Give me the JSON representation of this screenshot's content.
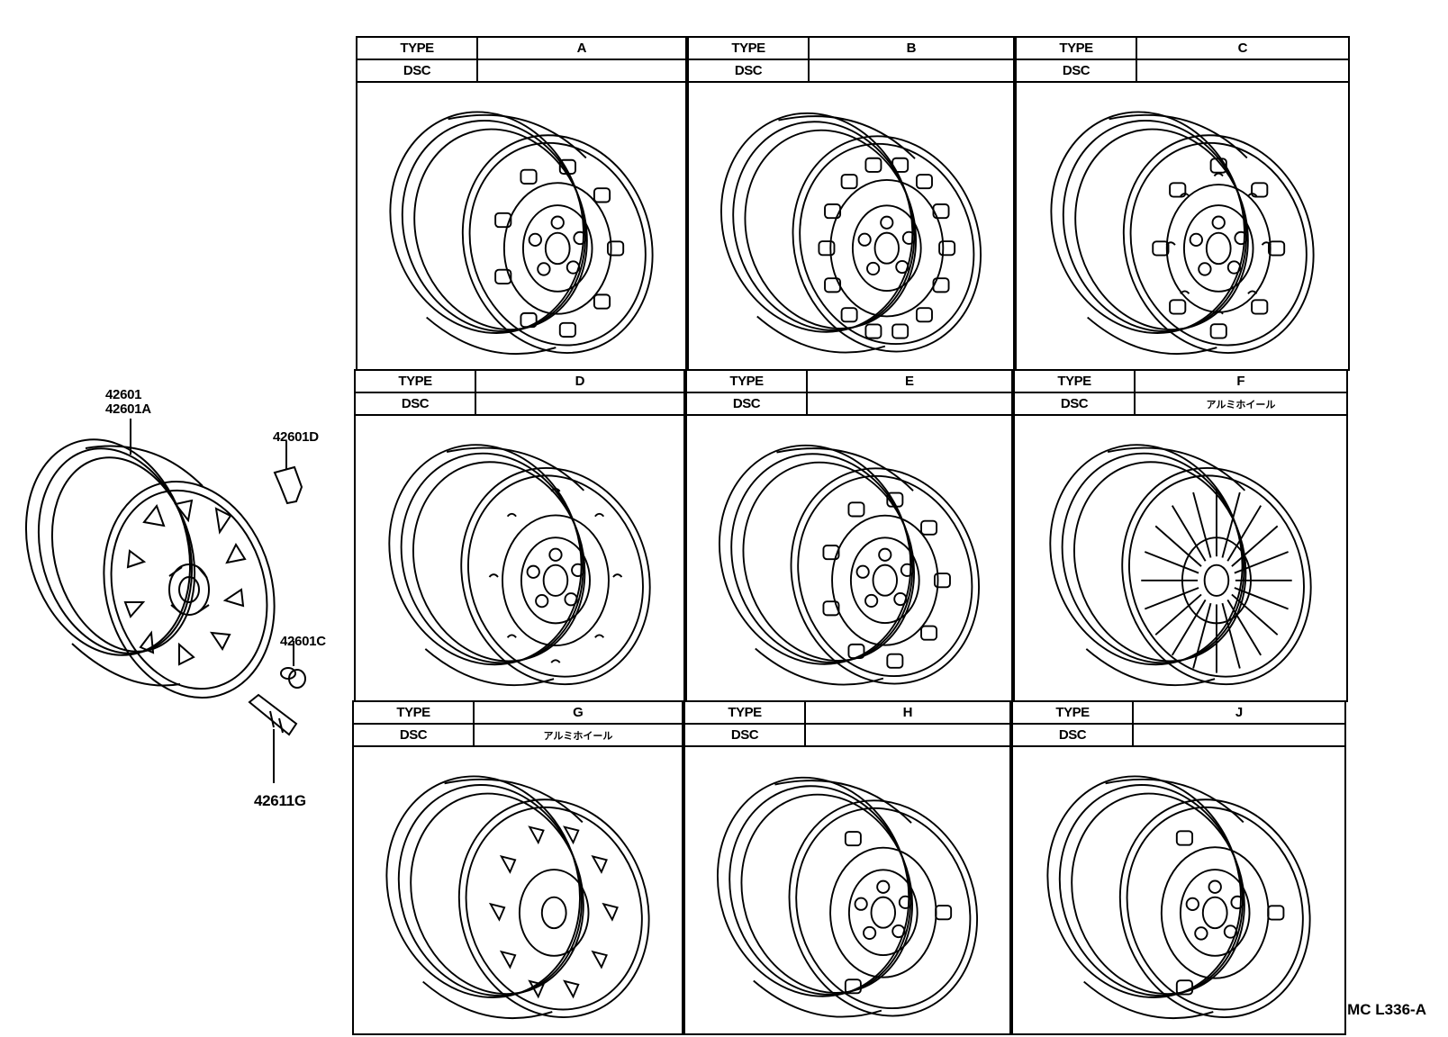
{
  "header_labels": {
    "type": "TYPE",
    "dsc": "DSC"
  },
  "cells": [
    {
      "type": "A",
      "dsc": "",
      "variant": "slots-steel"
    },
    {
      "type": "B",
      "dsc": "",
      "variant": "many-slots-steel"
    },
    {
      "type": "C",
      "dsc": "",
      "variant": "spoke-steel"
    },
    {
      "type": "D",
      "dsc": "",
      "variant": "small-holes-steel"
    },
    {
      "type": "E",
      "dsc": "",
      "variant": "slots-steel"
    },
    {
      "type": "F",
      "dsc": "アルミホイール",
      "variant": "multi-spoke-alloy"
    },
    {
      "type": "G",
      "dsc": "アルミホイール",
      "variant": "ten-hole-alloy"
    },
    {
      "type": "H",
      "dsc": "",
      "variant": "plain-steel"
    },
    {
      "type": "J",
      "dsc": "",
      "variant": "plain-steel"
    }
  ],
  "parts": {
    "wheel": [
      "42601",
      "42601A"
    ],
    "valve_cap": "42601D",
    "valve_core": "42601C",
    "valve_stem": "42611G"
  },
  "diagram_code": "MC L336-A"
}
